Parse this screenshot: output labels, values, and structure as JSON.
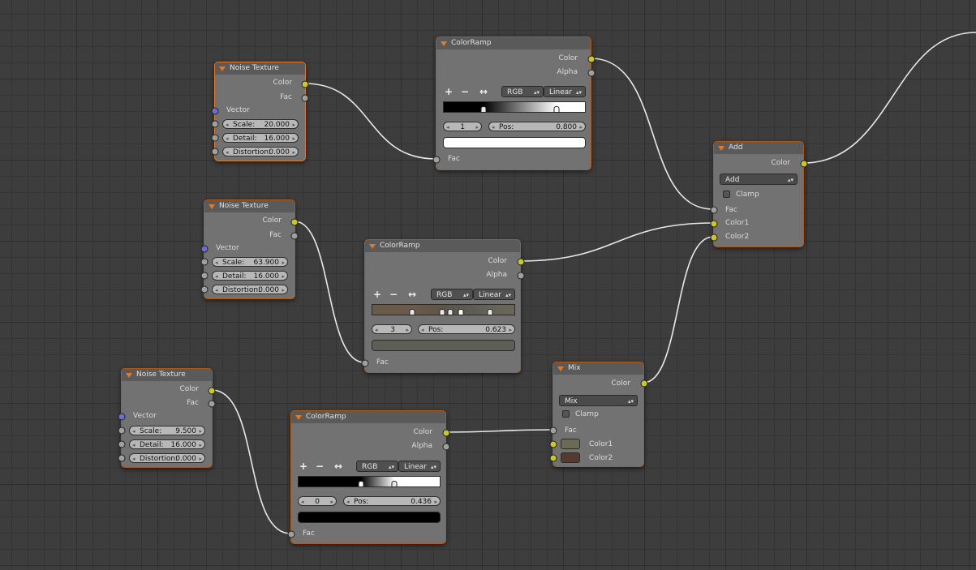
{
  "noise1": {
    "title": "Noise Texture",
    "out_color": "Color",
    "out_fac": "Fac",
    "in_vector": "Vector",
    "scale_label": "Scale:",
    "scale": "20.000",
    "detail_label": "Detail:",
    "detail": "16.000",
    "distortion_label": "Distortion:",
    "distortion": "0.000"
  },
  "noise2": {
    "title": "Noise Texture",
    "out_color": "Color",
    "out_fac": "Fac",
    "in_vector": "Vector",
    "scale_label": "Scale:",
    "scale": "63.900",
    "detail_label": "Detail:",
    "detail": "16.000",
    "distortion_label": "Distortion:",
    "distortion": "0.000"
  },
  "noise3": {
    "title": "Noise Texture",
    "out_color": "Color",
    "out_fac": "Fac",
    "in_vector": "Vector",
    "scale_label": "Scale:",
    "scale": "9.500",
    "detail_label": "Detail:",
    "detail": "16.000",
    "distortion_label": "Distortion:",
    "distortion": "0.000"
  },
  "ramp1": {
    "title": "ColorRamp",
    "out_color": "Color",
    "out_alpha": "Alpha",
    "plus": "+",
    "minus": "−",
    "flip": "↔",
    "mode": "RGB",
    "interp": "Linear",
    "index": "1",
    "pos_label": "Pos:",
    "pos": "0.800",
    "in_fac": "Fac",
    "swatch_color": "#ffffff"
  },
  "ramp2": {
    "title": "ColorRamp",
    "out_color": "Color",
    "out_alpha": "Alpha",
    "plus": "+",
    "minus": "−",
    "flip": "↔",
    "mode": "RGB",
    "interp": "Linear",
    "index": "3",
    "pos_label": "Pos:",
    "pos": "0.623",
    "in_fac": "Fac",
    "swatch_color": "#5e5e58"
  },
  "ramp3": {
    "title": "ColorRamp",
    "out_color": "Color",
    "out_alpha": "Alpha",
    "plus": "+",
    "minus": "−",
    "flip": "↔",
    "mode": "RGB",
    "interp": "Linear",
    "index": "0",
    "pos_label": "Pos:",
    "pos": "0.436",
    "in_fac": "Fac",
    "swatch_color": "#000000"
  },
  "add": {
    "title": "Add",
    "out_color": "Color",
    "operation": "Add",
    "clamp": "Clamp",
    "in_fac": "Fac",
    "in_color1": "Color1",
    "in_color2": "Color2"
  },
  "mix": {
    "title": "Mix",
    "out_color": "Color",
    "operation": "Mix",
    "clamp": "Clamp",
    "in_fac": "Fac",
    "in_color1": "Color1",
    "in_color2": "Color2",
    "color1_value": "#6b6b55",
    "color2_value": "#563a2e"
  },
  "icons": {
    "collapse": "triangle-down-icon",
    "dropdown": "up-down-arrows-icon"
  },
  "colors": {
    "node_body": "#727272",
    "node_header": "#5a5a5a",
    "node_border": "#e07a2a",
    "socket_color": "#c8c72b",
    "socket_float": "#a0a0a0",
    "socket_vector": "#6d6dd2"
  }
}
